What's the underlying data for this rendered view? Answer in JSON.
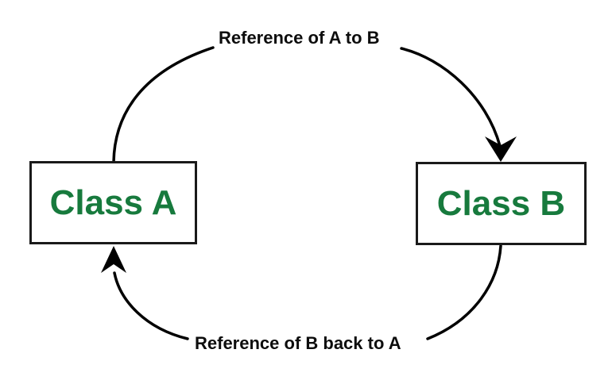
{
  "colors": {
    "accent-green": "#177a3d",
    "line-black": "#000000",
    "box-border": "#1a1a1a",
    "background": "#ffffff"
  },
  "diagram": {
    "type": "circular-reference-diagram",
    "nodes": [
      {
        "id": "class-a",
        "label": "Class A"
      },
      {
        "id": "class-b",
        "label": "Class B"
      }
    ],
    "edges": [
      {
        "from": "class-a",
        "to": "class-b",
        "label": "Reference of A to B",
        "position": "top"
      },
      {
        "from": "class-b",
        "to": "class-a",
        "label": "Reference of B back to A",
        "position": "bottom"
      }
    ]
  }
}
